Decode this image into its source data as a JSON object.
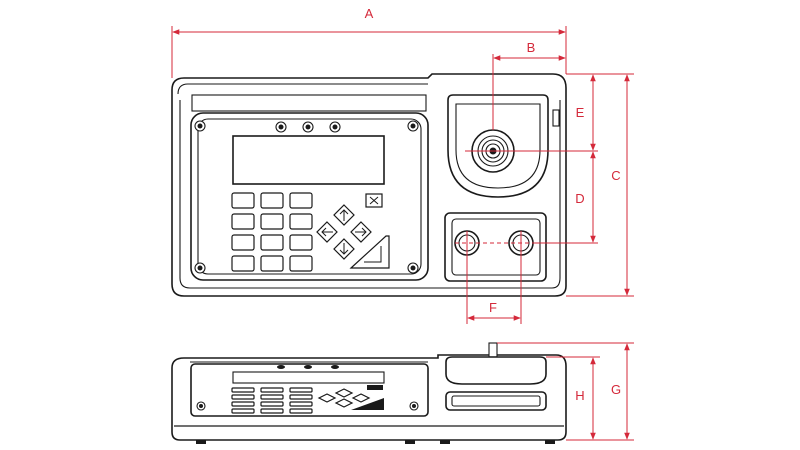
{
  "dimension_labels": {
    "a": "A",
    "b": "B",
    "c": "C",
    "d": "D",
    "e": "E",
    "f": "F",
    "g": "G",
    "h": "H"
  },
  "colors": {
    "dimension": "#d4293a",
    "outline": "#1a1a1a",
    "background": "#ffffff"
  }
}
